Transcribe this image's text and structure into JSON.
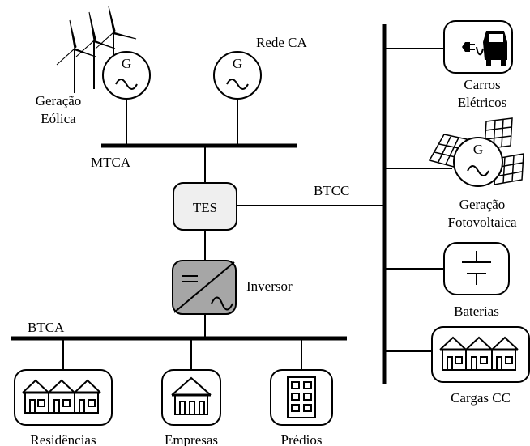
{
  "labels": {
    "rede_ca": "Rede CA",
    "geracao_eolica_1": "Geração",
    "geracao_eolica_2": "Eólica",
    "mtca": "MTCA",
    "tes": "TES",
    "btcc": "BTCC",
    "inversor": "Inversor",
    "btca": "BTCA",
    "residencias": "Residências",
    "empresas": "Empresas",
    "predios": "Prédios",
    "carros_1": "Carros",
    "carros_2": "Elétricos",
    "fotovoltaica_1": "Geração",
    "fotovoltaica_2": "Fotovoltaica",
    "baterias": "Baterias",
    "cargas_cc": "Cargas CC",
    "generator_symbol": "G"
  },
  "colors": {
    "line": "#000000",
    "tes_fill": "#efefef",
    "inverter_fill": "#a6a6a6",
    "background": "#ffffff"
  }
}
